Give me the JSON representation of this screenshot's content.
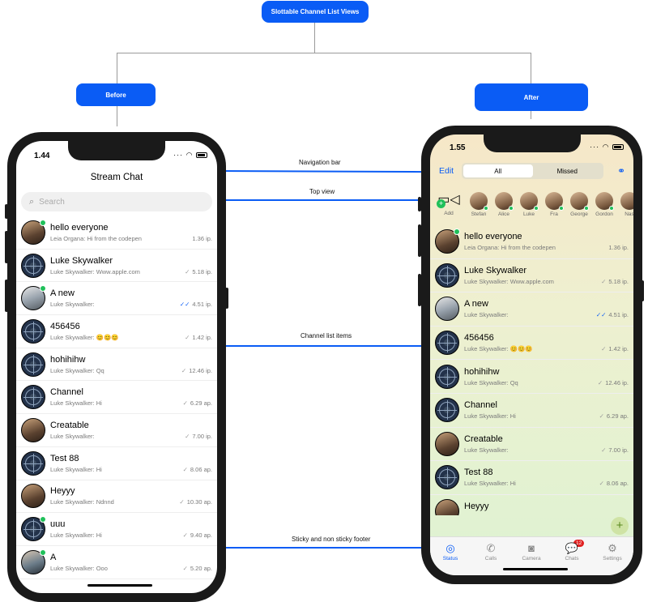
{
  "diagram": {
    "top_box": "Slottable Channel List Views",
    "before_box": "Before",
    "after_box": "After",
    "labels": {
      "navigation_bar": "Navigation bar",
      "top_view": "Top view",
      "channel_list_items": "Channel list items",
      "footer": "Sticky and non sticky footer"
    }
  },
  "colors": {
    "accent": "#0A5CF5",
    "online": "#20c05a",
    "badge": "#E02020"
  },
  "before_phone": {
    "time": "1.44",
    "title": "Stream Chat",
    "search_placeholder": "Search",
    "channels": [
      {
        "name": "hello everyone",
        "message": "Leia Organa: Hi from the codepen",
        "time": "1.36 ip.",
        "check": "",
        "avatar": "photo",
        "online": true
      },
      {
        "name": "Luke Skywalker",
        "message": "Luke Skywalker: Www.apple.com",
        "time": "5.18 ip.",
        "check": "✓",
        "avatar": "logo",
        "online": false
      },
      {
        "name": "A new",
        "message": "Luke Skywalker:",
        "time": "4.51 ip.",
        "check": "✓✓",
        "avatar": "photo3",
        "online": true
      },
      {
        "name": "456456",
        "message": "Luke Skywalker: 😊😊😊",
        "time": "1.42 ip.",
        "check": "✓",
        "avatar": "logo",
        "online": false
      },
      {
        "name": "hohihihw",
        "message": "Luke Skywalker: Qq",
        "time": "12.46 ip.",
        "check": "✓",
        "avatar": "logo",
        "online": false
      },
      {
        "name": "Channel",
        "message": "Luke Skywalker: Hi",
        "time": "6.29 ap.",
        "check": "✓",
        "avatar": "logo",
        "online": false
      },
      {
        "name": "Creatable",
        "message": "Luke Skywalker:",
        "time": "7.00 ip.",
        "check": "✓",
        "avatar": "photo",
        "online": false
      },
      {
        "name": "Test 88",
        "message": "Luke Skywalker: Hi",
        "time": "8.06 ap.",
        "check": "✓",
        "avatar": "logo",
        "online": false
      },
      {
        "name": "Heyyy",
        "message": "Luke Skywalker: Ndnnd",
        "time": "10.30 ap.",
        "check": "✓",
        "avatar": "photo",
        "online": false
      },
      {
        "name": "uuu",
        "message": "Luke Skywalker: Hi",
        "time": "9.40 ap.",
        "check": "✓",
        "avatar": "logo",
        "online": true
      },
      {
        "name": "A",
        "message": "Luke Skywalker: Ooo",
        "time": "5.20 ap.",
        "check": "✓",
        "avatar": "photo2",
        "online": true
      }
    ]
  },
  "after_phone": {
    "time": "1.55",
    "edit": "Edit",
    "segments": [
      "All",
      "Missed"
    ],
    "add_label": "Add",
    "stories": [
      "Stefan",
      "Alice",
      "Luke",
      "Fra",
      "George",
      "Gordon",
      "Nas"
    ],
    "channels": [
      {
        "name": "hello everyone",
        "message": "Leia Organa: Hi from the codepen",
        "time": "1.36 ip.",
        "check": "",
        "avatar": "photo",
        "online": true
      },
      {
        "name": "Luke Skywalker",
        "message": "Luke Skywalker: Www.apple.com",
        "time": "5.18 ip.",
        "check": "✓",
        "avatar": "logo",
        "online": false
      },
      {
        "name": "A new",
        "message": "Luke Skywalker:",
        "time": "4.51 ip.",
        "check": "✓✓",
        "avatar": "photo3",
        "online": false
      },
      {
        "name": "456456",
        "message": "Luke Skywalker: 😊😊😊",
        "time": "1.42 ip.",
        "check": "✓",
        "avatar": "logo",
        "online": false
      },
      {
        "name": "hohihihw",
        "message": "Luke Skywalker: Qq",
        "time": "12.46 ip.",
        "check": "✓",
        "avatar": "logo",
        "online": false
      },
      {
        "name": "Channel",
        "message": "Luke Skywalker: Hi",
        "time": "6.29 ap.",
        "check": "✓",
        "avatar": "logo",
        "online": false
      },
      {
        "name": "Creatable",
        "message": "Luke Skywalker:",
        "time": "7.00 ip.",
        "check": "✓",
        "avatar": "photo",
        "online": false
      },
      {
        "name": "Test 88",
        "message": "Luke Skywalker: Hi",
        "time": "8.06 ap.",
        "check": "✓",
        "avatar": "logo",
        "online": false
      },
      {
        "name": "Heyyy",
        "message": "",
        "time": "",
        "check": "",
        "avatar": "photo",
        "online": false
      }
    ],
    "tabs": [
      {
        "label": "Status",
        "icon": "status-icon",
        "glyph": "◎",
        "active": true
      },
      {
        "label": "Calls",
        "icon": "phone-icon",
        "glyph": "✆",
        "active": false
      },
      {
        "label": "Camera",
        "icon": "camera-icon",
        "glyph": "◙",
        "active": false
      },
      {
        "label": "Chats",
        "icon": "chat-bubble-icon",
        "glyph": "💬",
        "active": false,
        "badge": "12"
      },
      {
        "label": "Settings",
        "icon": "gear-icon",
        "glyph": "⚙",
        "active": false
      }
    ]
  }
}
